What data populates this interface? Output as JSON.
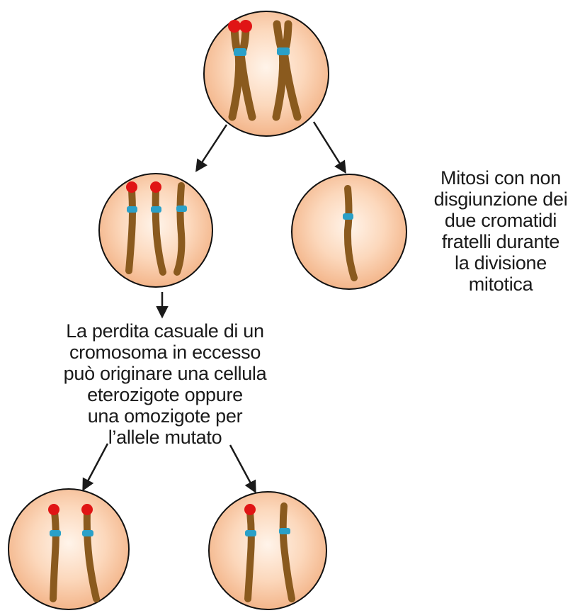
{
  "captions": {
    "right": [
      "Mitosi con non",
      "disgiunzione dei",
      "due cromatidi",
      "fratelli durante",
      "la divisione",
      "mitotica"
    ],
    "middle": [
      "La perdita casuale di un",
      "cromosoma in eccesso",
      "può originare una cellula",
      "eterozigote oppure",
      "una omozigote per",
      "l’allele mutato"
    ]
  },
  "colors": {
    "cell_center": "#fff4ea",
    "cell_edge": "#f4b98e",
    "cell_outline": "#111111",
    "chromosome": "#8a5a1e",
    "centromere": "#2aa0c8",
    "mutant_allele": "#e01515",
    "arrow": "#1a1a1a"
  }
}
